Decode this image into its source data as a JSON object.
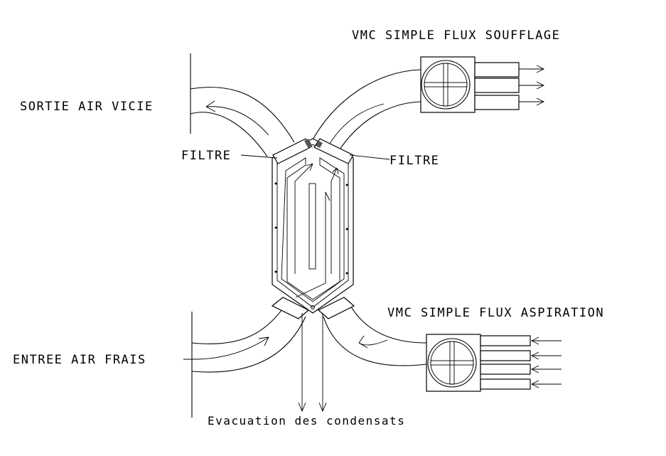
{
  "labels": {
    "sortie_air_vicie": "SORTIE  AIR VICIE",
    "entree_air_frais": "ENTREE AIR FRAIS",
    "filtre_left": "FILTRE",
    "filtre_right": "FILTRE",
    "vmc_soufflage": "VMC SIMPLE FLUX  SOUFFLAGE",
    "vmc_aspiration": "VMC SIMPLE FLUX  ASPIRATION",
    "condensats": "Evacuation des condensats"
  },
  "icons": {
    "fan_top": "fan-icon",
    "fan_bottom": "fan-icon"
  }
}
